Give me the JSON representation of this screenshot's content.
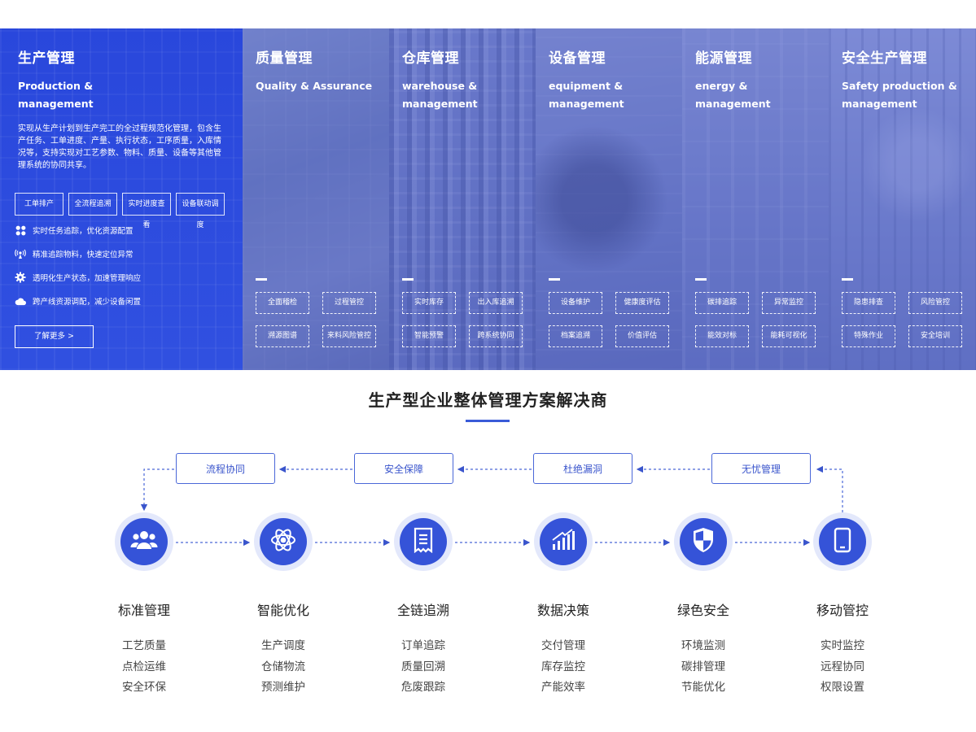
{
  "accent_color": "#3553d8",
  "panels": [
    {
      "title": "生产管理",
      "subtitle": "Production & management",
      "description": "实现从生产计划到生产完工的全过程规范化管理，包含生产任务、工单进度、产量、执行状态，工序质量，入库情况等，支持实现对工艺参数、物料、质量、设备等其他管理系统的协同共享。",
      "tags": [
        "工单排产",
        "全流程追溯",
        "实时进度查看",
        "设备联动调度"
      ],
      "features": [
        {
          "icon": "grid-icon",
          "text": "实时任务追踪，优化资源配置"
        },
        {
          "icon": "signal-icon",
          "text": "精准追踪物料，快速定位异常"
        },
        {
          "icon": "gear-icon",
          "text": "透明化生产状态，加速管理响应"
        },
        {
          "icon": "cloud-icon",
          "text": "跨产线资源调配，减少设备闲置"
        }
      ],
      "button": "了解更多 >"
    },
    {
      "title": "质量管理",
      "subtitle": "Quality & Assurance",
      "chips": [
        "全面稽检",
        "过程管控",
        "溯源图谱",
        "来料风险管控"
      ]
    },
    {
      "title": "仓库管理",
      "subtitle": "warehouse & management",
      "chips": [
        "实时库存",
        "出入库追溯",
        "智能预警",
        "跨系统协同"
      ]
    },
    {
      "title": "设备管理",
      "subtitle": "equipment & management",
      "chips": [
        "设备维护",
        "健康度评估",
        "档案追溯",
        "价值评估"
      ]
    },
    {
      "title": "能源管理",
      "subtitle": "energy & management",
      "chips": [
        "碳排追踪",
        "异常监控",
        "能效对标",
        "能耗可视化"
      ]
    },
    {
      "title": "安全生产管理",
      "subtitle": "Safety production & management",
      "chips": [
        "隐患排查",
        "风险管控",
        "特殊作业",
        "安全培训"
      ]
    }
  ],
  "section_title": "生产型企业整体管理方案解决商",
  "flow_boxes": [
    "流程协同",
    "安全保障",
    "杜绝漏洞",
    "无忧管理"
  ],
  "nodes": [
    {
      "icon": "users-icon",
      "title": "标准管理",
      "items": [
        "工艺质量",
        "点检运维",
        "安全环保"
      ]
    },
    {
      "icon": "atom-icon",
      "title": "智能优化",
      "items": [
        "生产调度",
        "仓储物流",
        "预测维护"
      ]
    },
    {
      "icon": "document-icon",
      "title": "全链追溯",
      "items": [
        "订单追踪",
        "质量回溯",
        "危废跟踪"
      ]
    },
    {
      "icon": "bar-chart-icon",
      "title": "数据决策",
      "items": [
        "交付管理",
        "库存监控",
        "产能效率"
      ]
    },
    {
      "icon": "shield-icon",
      "title": "绿色安全",
      "items": [
        "环境监测",
        "碳排管理",
        "节能优化"
      ]
    },
    {
      "icon": "mobile-icon",
      "title": "移动管控",
      "items": [
        "实时监控",
        "远程协同",
        "权限设置"
      ]
    }
  ]
}
